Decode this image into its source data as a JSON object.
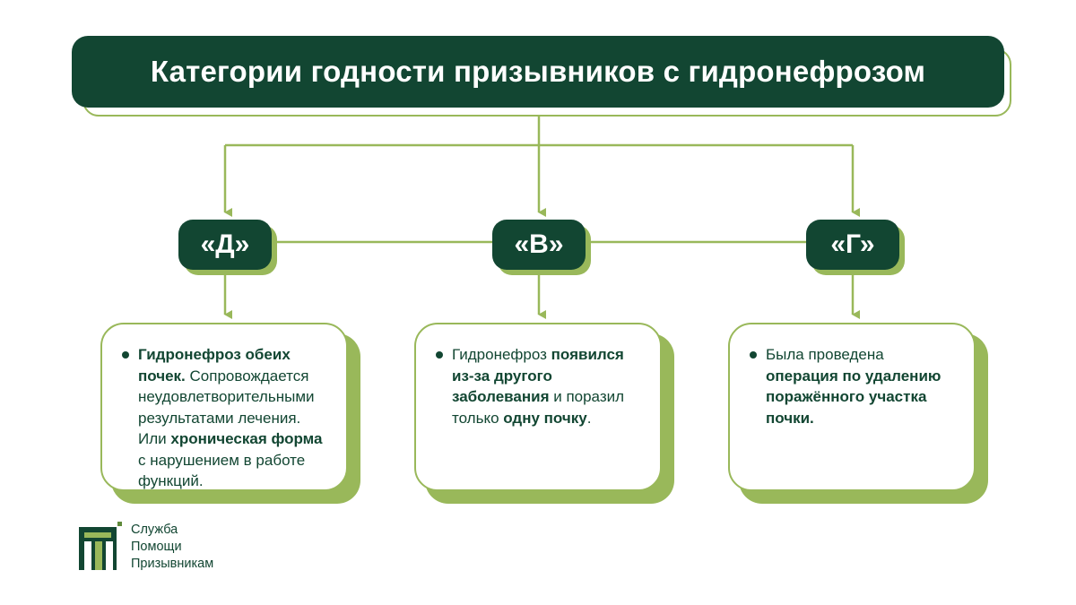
{
  "title": "Категории годности призывников с гидронефрозом",
  "categories": [
    {
      "label": "«Д»",
      "segments": [
        {
          "text": "Гидронефроз обеих почек.",
          "bold": true
        },
        {
          "text": " Сопровождается неудовлетворительными результатами лечения. Или ",
          "bold": false
        },
        {
          "text": "хроническая форма",
          "bold": true
        },
        {
          "text": " с нарушением в работе функций.",
          "bold": false
        }
      ]
    },
    {
      "label": "«В»",
      "segments": [
        {
          "text": "Гидронефроз ",
          "bold": false
        },
        {
          "text": "появился из-за другого заболевания",
          "bold": true
        },
        {
          "text": " и поразил только ",
          "bold": false
        },
        {
          "text": "одну почку",
          "bold": true
        },
        {
          "text": ".",
          "bold": false
        }
      ]
    },
    {
      "label": "«Г»",
      "segments": [
        {
          "text": "Была проведена ",
          "bold": false
        },
        {
          "text": "операция по удалению поражённого участка почки.",
          "bold": true
        }
      ]
    }
  ],
  "logo": {
    "line1": "Служба",
    "line2": "Помощи",
    "line3": "Призывникам"
  },
  "colors": {
    "dark_green": "#124632",
    "light_green": "#99b85a",
    "background": "#ffffff"
  },
  "icons": [
    "arrow-down-icon",
    "logo-mark-icon"
  ]
}
